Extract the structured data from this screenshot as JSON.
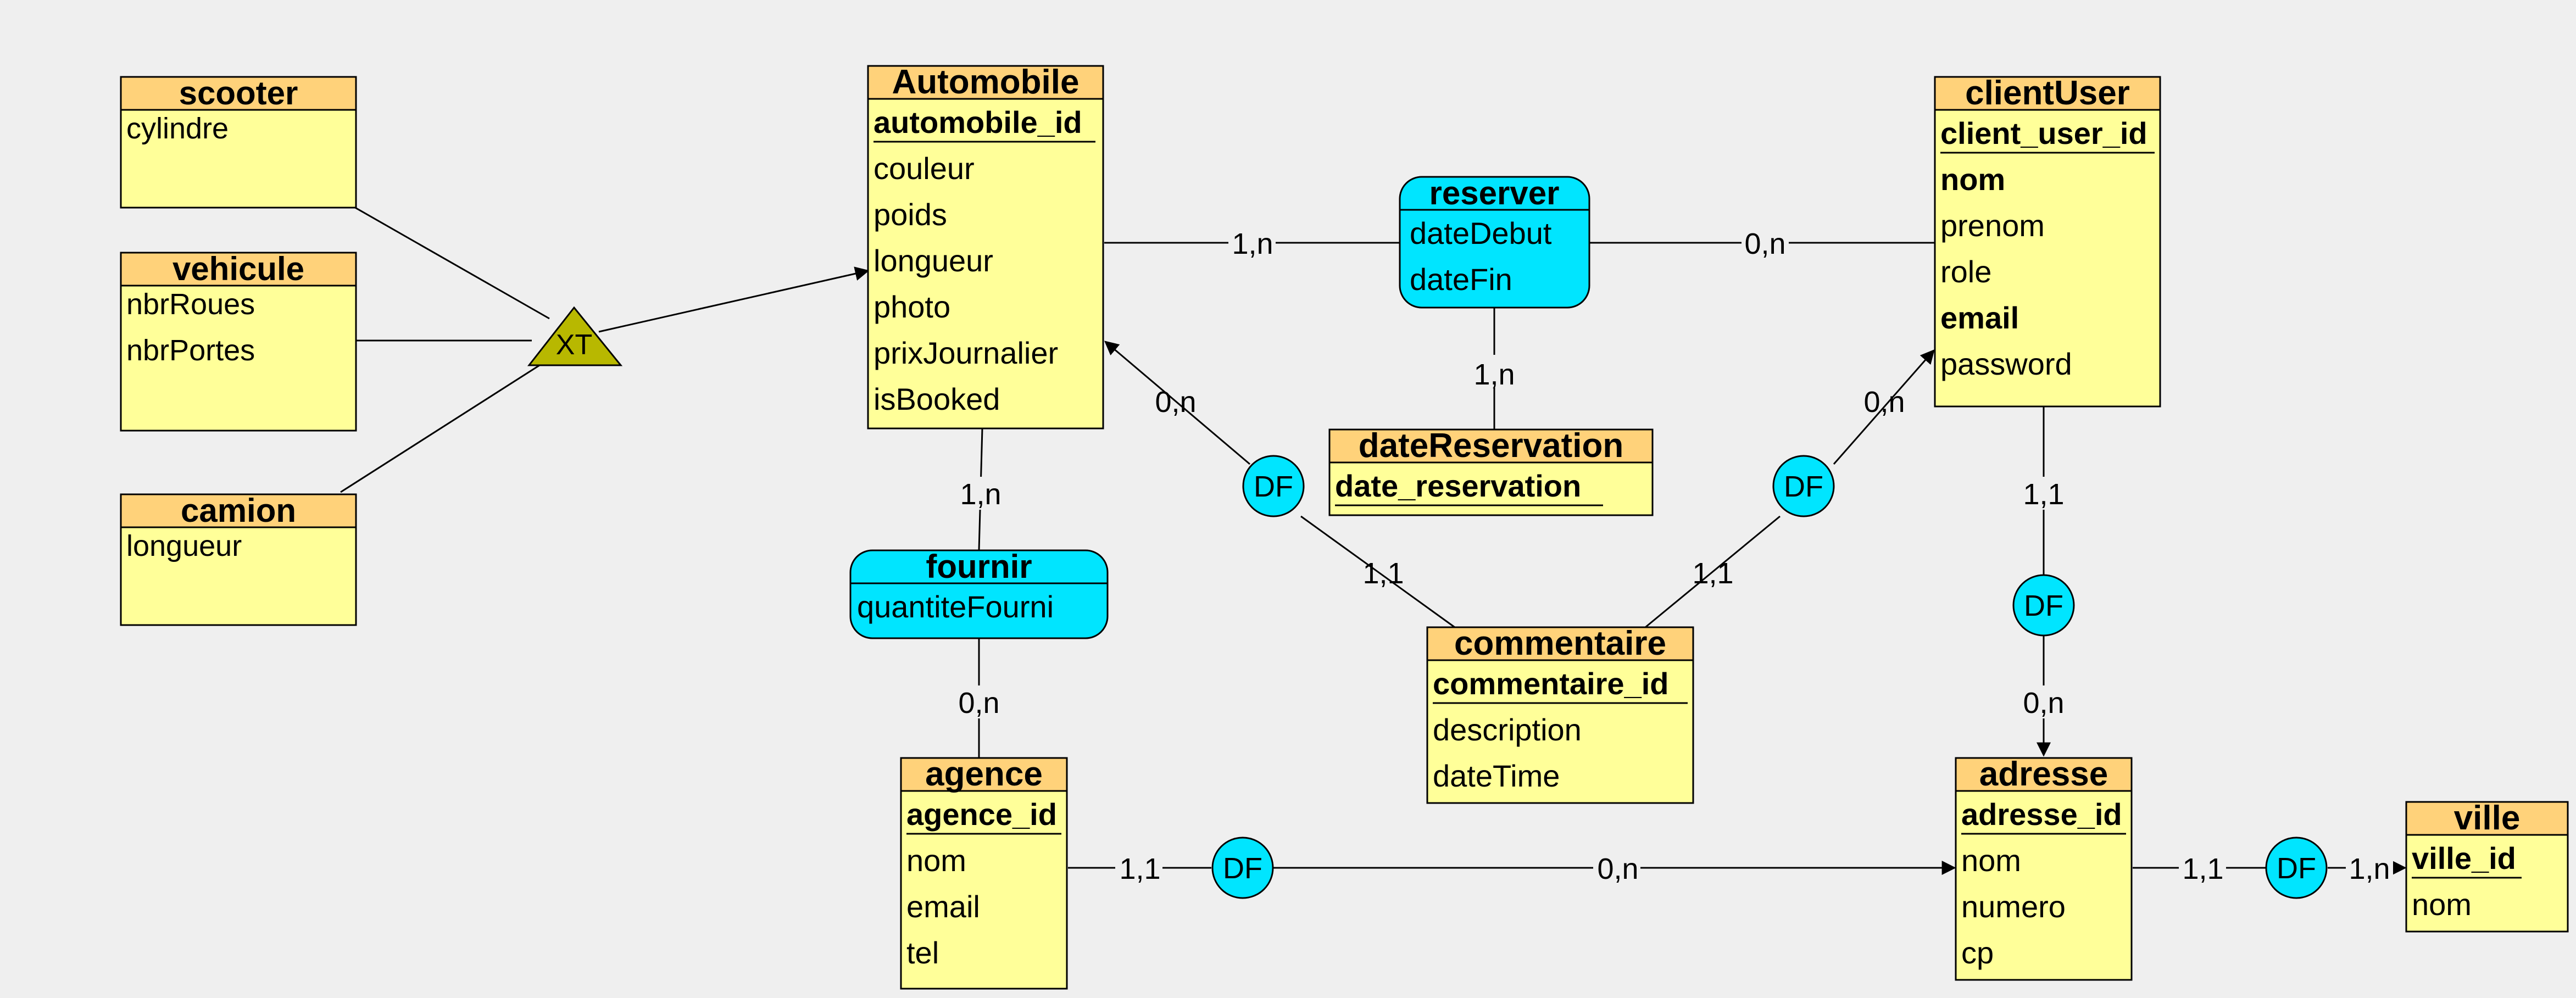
{
  "colors": {
    "background": "#efefef",
    "entity_body": "#ffff99",
    "entity_header": "#ffd27a",
    "relation_body": "#00e5ff",
    "inheritance": "#b8b800",
    "line": "#000000"
  },
  "entities": {
    "scooter": {
      "name": "scooter",
      "attrs": [
        "cylindre"
      ]
    },
    "vehicule": {
      "name": "vehicule",
      "attrs": [
        "nbrRoues",
        "nbrPortes"
      ]
    },
    "camion": {
      "name": "camion",
      "attrs": [
        "longueur"
      ]
    },
    "automobile": {
      "name": "Automobile",
      "key": "automobile_id",
      "attrs": [
        "couleur",
        "poids",
        "longueur",
        "photo",
        "prixJournalier",
        "isBooked"
      ]
    },
    "clientUser": {
      "name": "clientUser",
      "key": "client_user_id",
      "attrs": [
        "nom",
        "prenom",
        "role",
        "email",
        "password"
      ]
    },
    "dateReservation": {
      "name": "dateReservation",
      "key": "date_reservation",
      "attrs": []
    },
    "commentaire": {
      "name": "commentaire",
      "key": "commentaire_id",
      "attrs": [
        "description",
        "dateTime"
      ]
    },
    "agence": {
      "name": "agence",
      "key": "agence_id",
      "attrs": [
        "nom",
        "email",
        "tel"
      ]
    },
    "adresse": {
      "name": "adresse",
      "key": "adresse_id",
      "attrs": [
        "nom",
        "numero",
        "cp"
      ]
    },
    "ville": {
      "name": "ville",
      "key": "ville_id",
      "attrs": [
        "nom"
      ]
    }
  },
  "associations": {
    "reserver": {
      "name": "reserver",
      "attrs": [
        "dateDebut",
        "dateFin"
      ]
    },
    "fournir": {
      "name": "fournir",
      "attrs": [
        "quantiteFourni"
      ]
    }
  },
  "inheritance_label": "XT",
  "df_label": "DF",
  "cardinalities": {
    "auto_reserver": "1,n",
    "reserver_client": "0,n",
    "reserver_date": "1,n",
    "auto_fournir": "1,n",
    "fournir_agence": "0,n",
    "df1_auto": "0,n",
    "df1_commentaire": "1,1",
    "df2_client": "0,n",
    "df2_commentaire": "1,1",
    "client_df3": "1,1",
    "df3_adresse": "0,n",
    "agence_df4": "1,1",
    "df4_adresse": "0,n",
    "adresse_df5": "1,1",
    "df5_ville": "1,n"
  }
}
